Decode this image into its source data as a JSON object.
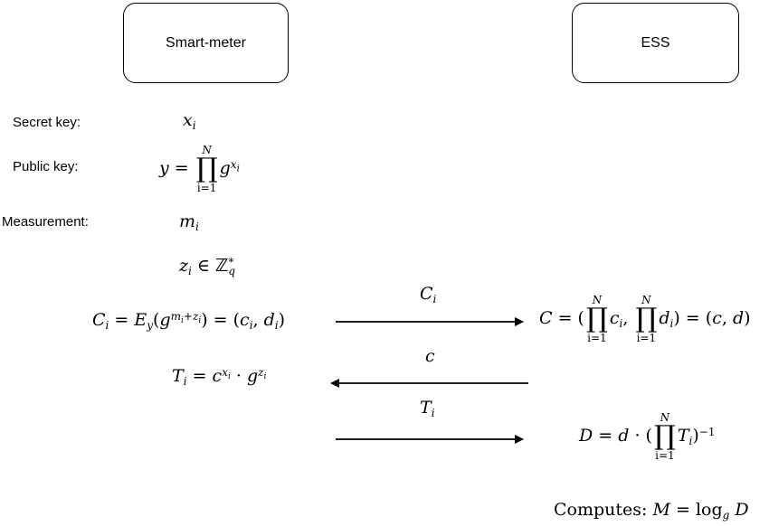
{
  "actors": {
    "left": "Smart-meter",
    "right": "ESS"
  },
  "labels": {
    "secret_key": "Secret key:",
    "public_key": "Public key:",
    "measurement": "Measurement:"
  },
  "math": {
    "secret_key_var": "x",
    "secret_key_sub": "i",
    "measurement_var": "m",
    "measurement_sub": "i",
    "prod_upper": "N",
    "prod_lower": "i=1",
    "prod_symbol": "∏"
  },
  "messages": {
    "msg1": "C",
    "msg1_sub": "i",
    "msg2": "c",
    "msg3": "T",
    "msg3_sub": "i"
  },
  "computes": {
    "prefix": "Computes:"
  }
}
